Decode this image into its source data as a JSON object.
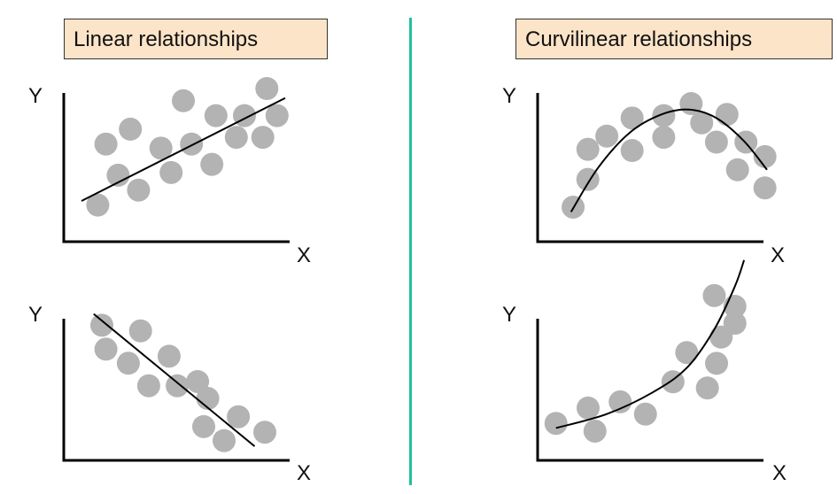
{
  "titles": {
    "left": "Linear relationships",
    "right": "Curvilinear relationships"
  },
  "axis_labels": {
    "x": "X",
    "y": "Y"
  },
  "colors": {
    "points": "#b3b3b3",
    "title_bg": "#fce4c8",
    "divider": "#1fbf9f",
    "lines": "#000000"
  },
  "chart_data": [
    {
      "type": "scatter",
      "panel": "top-left",
      "relationship": "positive linear",
      "xlim": [
        0,
        10
      ],
      "ylim": [
        0,
        10
      ],
      "points": [
        [
          0.8,
          1.4
        ],
        [
          1.2,
          5.9
        ],
        [
          1.8,
          3.6
        ],
        [
          2.4,
          7.0
        ],
        [
          2.8,
          2.5
        ],
        [
          3.9,
          5.6
        ],
        [
          4.4,
          3.8
        ],
        [
          5.0,
          9.1
        ],
        [
          5.4,
          5.9
        ],
        [
          6.4,
          4.4
        ],
        [
          6.6,
          8.0
        ],
        [
          7.6,
          6.4
        ],
        [
          8.0,
          8.0
        ],
        [
          8.9,
          6.4
        ],
        [
          9.1,
          10.0
        ],
        [
          9.6,
          8.0
        ]
      ],
      "fit_line": [
        [
          0,
          1.7
        ],
        [
          10,
          9.3
        ]
      ]
    },
    {
      "type": "scatter",
      "panel": "top-right",
      "relationship": "inverted-U curvilinear",
      "xlim": [
        0,
        10
      ],
      "ylim": [
        0,
        10
      ],
      "points": [
        [
          0.8,
          1.4
        ],
        [
          1.5,
          3.7
        ],
        [
          1.5,
          6.2
        ],
        [
          2.4,
          7.3
        ],
        [
          3.6,
          6.1
        ],
        [
          3.6,
          8.8
        ],
        [
          5.1,
          7.2
        ],
        [
          5.1,
          9.0
        ],
        [
          6.4,
          10.0
        ],
        [
          6.9,
          8.4
        ],
        [
          7.6,
          6.8
        ],
        [
          8.1,
          9.1
        ],
        [
          8.6,
          4.5
        ],
        [
          9.0,
          6.8
        ],
        [
          9.9,
          3.0
        ],
        [
          9.9,
          5.6
        ]
      ],
      "fit_line": [
        [
          0.7,
          1.0
        ],
        [
          2.0,
          4.7
        ],
        [
          3.5,
          7.6
        ],
        [
          5.0,
          9.1
        ],
        [
          6.3,
          9.5
        ],
        [
          7.6,
          8.8
        ],
        [
          8.9,
          6.9
        ],
        [
          10.0,
          4.5
        ]
      ]
    },
    {
      "type": "scatter",
      "panel": "bottom-left",
      "relationship": "negative linear",
      "xlim": [
        0,
        10
      ],
      "ylim": [
        0,
        10
      ],
      "points": [
        [
          1.0,
          9.6
        ],
        [
          1.2,
          7.9
        ],
        [
          2.3,
          6.9
        ],
        [
          2.9,
          9.2
        ],
        [
          3.3,
          5.3
        ],
        [
          4.3,
          7.4
        ],
        [
          4.7,
          5.3
        ],
        [
          5.7,
          5.6
        ],
        [
          6.2,
          4.4
        ],
        [
          6.0,
          2.4
        ],
        [
          7.0,
          1.4
        ],
        [
          7.7,
          3.1
        ],
        [
          9.0,
          2.0
        ]
      ],
      "fit_line": [
        [
          0.6,
          10.4
        ],
        [
          8.5,
          1.0
        ]
      ]
    },
    {
      "type": "scatter",
      "panel": "bottom-right",
      "relationship": "exponential curvilinear",
      "xlim": [
        0,
        10
      ],
      "ylim": [
        0,
        10
      ],
      "points": [
        [
          0.8,
          2.4
        ],
        [
          2.2,
          3.4
        ],
        [
          2.5,
          1.9
        ],
        [
          3.6,
          3.8
        ],
        [
          4.7,
          3.0
        ],
        [
          5.9,
          5.1
        ],
        [
          6.5,
          7.0
        ],
        [
          7.4,
          4.7
        ],
        [
          7.7,
          10.7
        ],
        [
          7.8,
          6.3
        ],
        [
          8.0,
          8.0
        ],
        [
          8.6,
          10.0
        ],
        [
          8.6,
          8.9
        ]
      ],
      "fit_line": [
        [
          0.8,
          2.1
        ],
        [
          3.0,
          3.0
        ],
        [
          5.0,
          4.4
        ],
        [
          6.5,
          6.0
        ],
        [
          7.7,
          8.5
        ],
        [
          8.6,
          11.3
        ],
        [
          9.0,
          13.0
        ]
      ]
    }
  ]
}
